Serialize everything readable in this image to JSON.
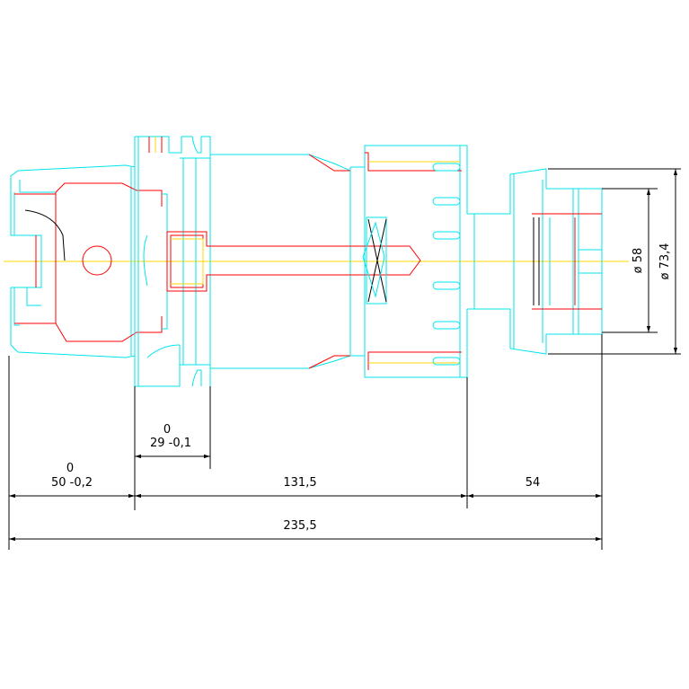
{
  "colors": {
    "outline": "#00e5ee",
    "hidden": "#ff0000",
    "center": "#ffd700",
    "dimension": "#000000"
  },
  "dimensions": {
    "flange_width_tol": "0",
    "flange_width": "29 -0,1",
    "shank_length_tol": "0",
    "shank_length": "50 -0,2",
    "body_length": "131,5",
    "collet_length": "54",
    "overall_length": "235,5",
    "diameter_inner": "ø 58",
    "diameter_outer": "ø 73,4"
  }
}
